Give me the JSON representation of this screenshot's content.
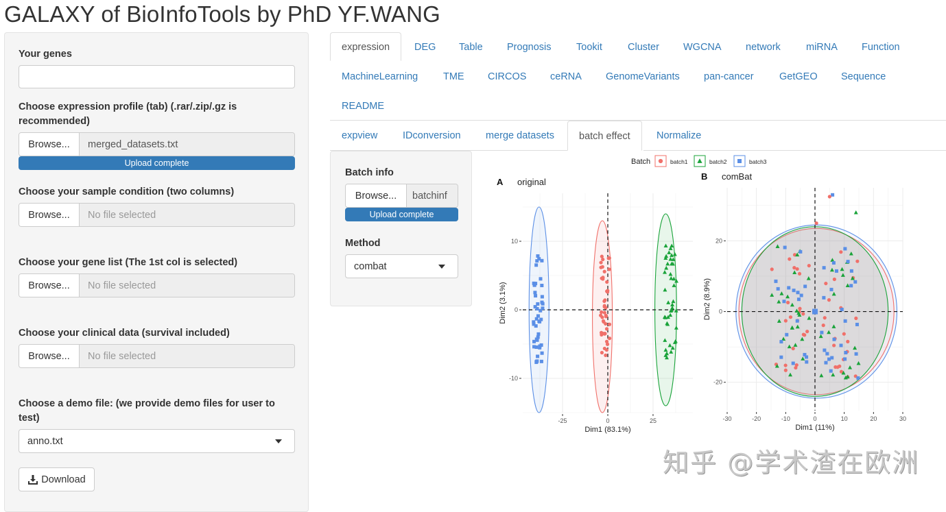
{
  "app": {
    "title": "GALAXY of BioInfoTools by PhD YF.WANG"
  },
  "sidebar": {
    "genes": {
      "label": "Your genes",
      "value": "",
      "placeholder": ""
    },
    "expression_profile": {
      "label": "Choose expression profile (tab) (.rar/.zip/.gz is recommended)",
      "browse_label": "Browse...",
      "file_name": "merged_datasets.txt",
      "progress_text": "Upload complete"
    },
    "sample_condition": {
      "label": "Choose your sample condition (two columns)",
      "browse_label": "Browse...",
      "file_name": "No file selected"
    },
    "gene_list": {
      "label": "Choose your gene list (The 1st col is selected)",
      "browse_label": "Browse...",
      "file_name": "No file selected"
    },
    "clinical_data": {
      "label": "Choose your clinical data (survival included)",
      "browse_label": "Browse...",
      "file_name": "No file selected"
    },
    "demo_file": {
      "label": "Choose a demo file: (we provide demo files for user to test)",
      "selected": "anno.txt"
    },
    "download_button": {
      "label": "Download",
      "icon": "download-icon"
    }
  },
  "main_tabs": {
    "row1": [
      "expression",
      "DEG",
      "Table",
      "Prognosis",
      "Tookit",
      "Cluster",
      "WGCNA",
      "network",
      "miRNA",
      "Function"
    ],
    "row2": [
      "MachineLearning",
      "TME",
      "CIRCOS",
      "ceRNA",
      "GenomeVariants",
      "pan-cancer",
      "GetGEO",
      "Sequence"
    ],
    "row3": [
      "README"
    ],
    "active": "expression"
  },
  "sub_tabs": {
    "items": [
      "expview",
      "IDconversion",
      "merge datasets",
      "batch effect",
      "Normalize"
    ],
    "active": "batch effect"
  },
  "batch_panel": {
    "batch_info": {
      "label": "Batch info",
      "browse_label": "Browse...",
      "file_name": "batchinf",
      "progress_text": "Upload complete"
    },
    "method": {
      "label": "Method",
      "selected": "combat"
    }
  },
  "colors": {
    "batch1": "#f0706a",
    "batch2": "#1aa33a",
    "batch3": "#5b8fe6",
    "link": "#337ab7",
    "progress": "#337ab7"
  },
  "chart_data": [
    {
      "type": "scatter",
      "panel": "A",
      "title": "original",
      "xlabel": "Dim1 (83.1%)",
      "ylabel": "Dim2 (3.1%)",
      "x_ticks": [
        -25,
        0,
        25
      ],
      "y_ticks": [
        -10,
        0,
        10
      ],
      "legend": {
        "title": "Batch",
        "entries": [
          "batch1",
          "batch2",
          "batch3"
        ],
        "position": "top"
      },
      "grid": true,
      "series": [
        {
          "name": "batch1",
          "shape": "circle",
          "center": [
            -1,
            0
          ],
          "x_range": [
            -6,
            3
          ],
          "y_range": [
            -7,
            8
          ]
        },
        {
          "name": "batch2",
          "shape": "triangle",
          "center": [
            33,
            0
          ],
          "x_range": [
            29,
            41
          ],
          "y_range": [
            -7,
            9.5
          ]
        },
        {
          "name": "batch3",
          "shape": "square",
          "center": [
            -38,
            0
          ],
          "x_range": [
            -43,
            -34
          ],
          "y_range": [
            -8,
            8
          ]
        }
      ]
    },
    {
      "type": "scatter",
      "panel": "B",
      "title": "comBat",
      "xlabel": "Dim1 (11%)",
      "ylabel": "Dim2 (8.9%)",
      "x_ticks": [
        -30,
        -20,
        -10,
        0,
        10,
        20,
        30
      ],
      "y_ticks": [
        -20,
        0,
        20
      ],
      "legend": {
        "title": "Batch",
        "entries": [
          "batch1",
          "batch2",
          "batch3"
        ],
        "position": "top"
      },
      "grid": true,
      "series": [
        {
          "name": "batch1",
          "shape": "circle",
          "center": [
            0,
            0
          ],
          "x_range": [
            -16,
            16
          ],
          "y_range": [
            -19,
            32
          ]
        },
        {
          "name": "batch2",
          "shape": "triangle",
          "center": [
            0,
            0
          ],
          "x_range": [
            -15,
            15
          ],
          "y_range": [
            -18,
            28
          ]
        },
        {
          "name": "batch3",
          "shape": "square",
          "center": [
            0,
            0
          ],
          "x_range": [
            -20,
            17
          ],
          "y_range": [
            -22,
            33
          ]
        }
      ]
    }
  ],
  "watermark": "知乎 @学术渣在欧洲"
}
